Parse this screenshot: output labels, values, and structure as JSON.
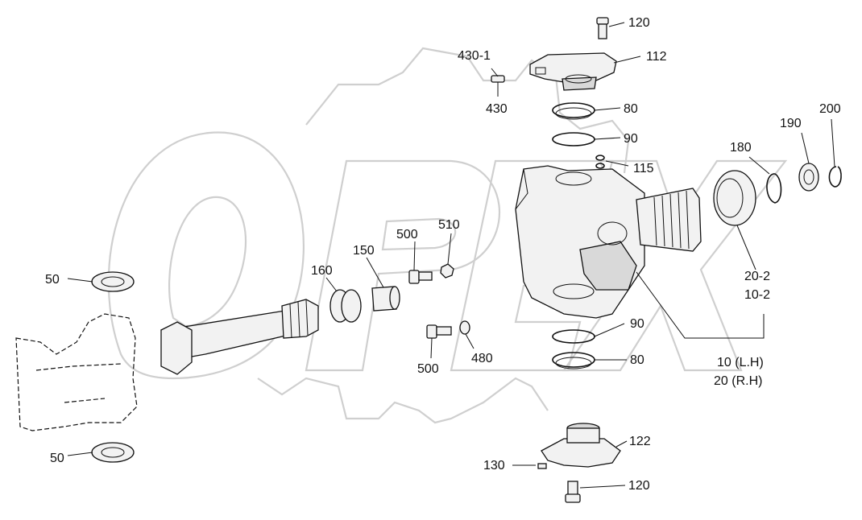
{
  "watermark": {
    "text": "OPEX"
  },
  "callouts": {
    "c120_top": "120",
    "c430_1": "430-1",
    "c430": "430",
    "c112": "112",
    "c80_top": "80",
    "c90_top": "90",
    "c115": "115",
    "c180": "180",
    "c190": "190",
    "c200": "200",
    "c20_2": "20-2",
    "c10_2": "10-2",
    "c10lh": "10 (L.H)",
    "c20rh": "20 (R.H)",
    "c90_bot": "90",
    "c80_bot": "80",
    "c500_top": "500",
    "c510": "510",
    "c150": "150",
    "c160": "160",
    "c500_bot": "500",
    "c480": "480",
    "c50_top": "50",
    "c50_bot": "50",
    "c122": "122",
    "c130": "130",
    "c120_bot": "120"
  }
}
